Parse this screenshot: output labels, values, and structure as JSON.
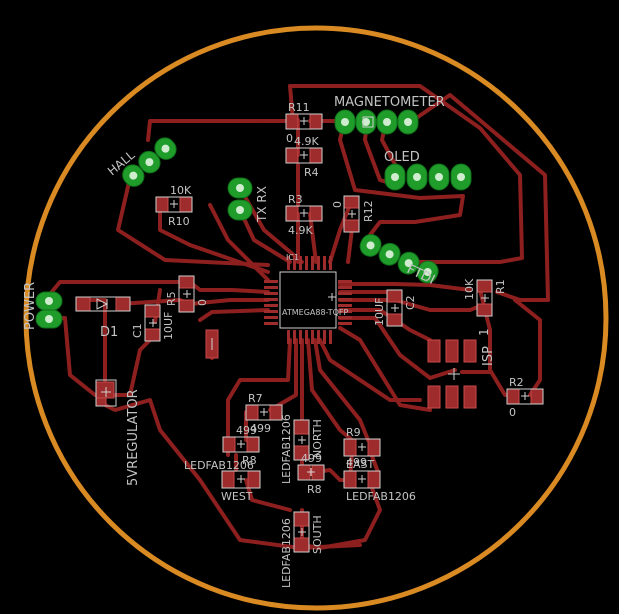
{
  "board": {
    "outline_color": "#d98a22",
    "trace_color": "#8d1f1f",
    "pad_color": "#9e2c2c",
    "through_hole_color": "#1f9c2a",
    "silkscreen_color": "#c4c4c4"
  },
  "labels": {
    "magnetometer": "MAGNETOMETER",
    "oled": "OLED",
    "hall": "HALL",
    "txrx": "TX RX",
    "power": "POWER",
    "ftdi": "FTDI",
    "isp": "ISP",
    "isp_pin": "1",
    "ic": "IC1",
    "mcu": "ATMEGA88-TQFP",
    "regulator": "5VREGULATOR",
    "d1": "D1",
    "c1": "C1",
    "c1_val": "10UF",
    "c2": "C2",
    "c2_val": "10UF",
    "r1": "R1",
    "r1_val": "10K",
    "r2": "R2",
    "r2_val": "0",
    "r3": "R3",
    "r3_val": "4.9K",
    "r4": "R4",
    "r4_val": "4.9K",
    "r5": "R5",
    "r5_val": "0",
    "r7": "R7",
    "r7_val": "499",
    "r8": "R8",
    "r8_val": "499",
    "r8b": "R8",
    "r8b_val": "499",
    "r9": "R9",
    "r9_val": "499",
    "r10": "R10",
    "r10_val": "10K",
    "r11": "R11",
    "r11_val": "0",
    "r12": "R12",
    "r12_val": "0",
    "north": "NORTH",
    "south": "SOUTH",
    "east": "EAST",
    "west": "WEST",
    "led_west": "LEDFAB1206",
    "led_north": "LEDFAB1206",
    "led_east": "LEDFAB1206",
    "led_south": "LEDFAB1206"
  }
}
